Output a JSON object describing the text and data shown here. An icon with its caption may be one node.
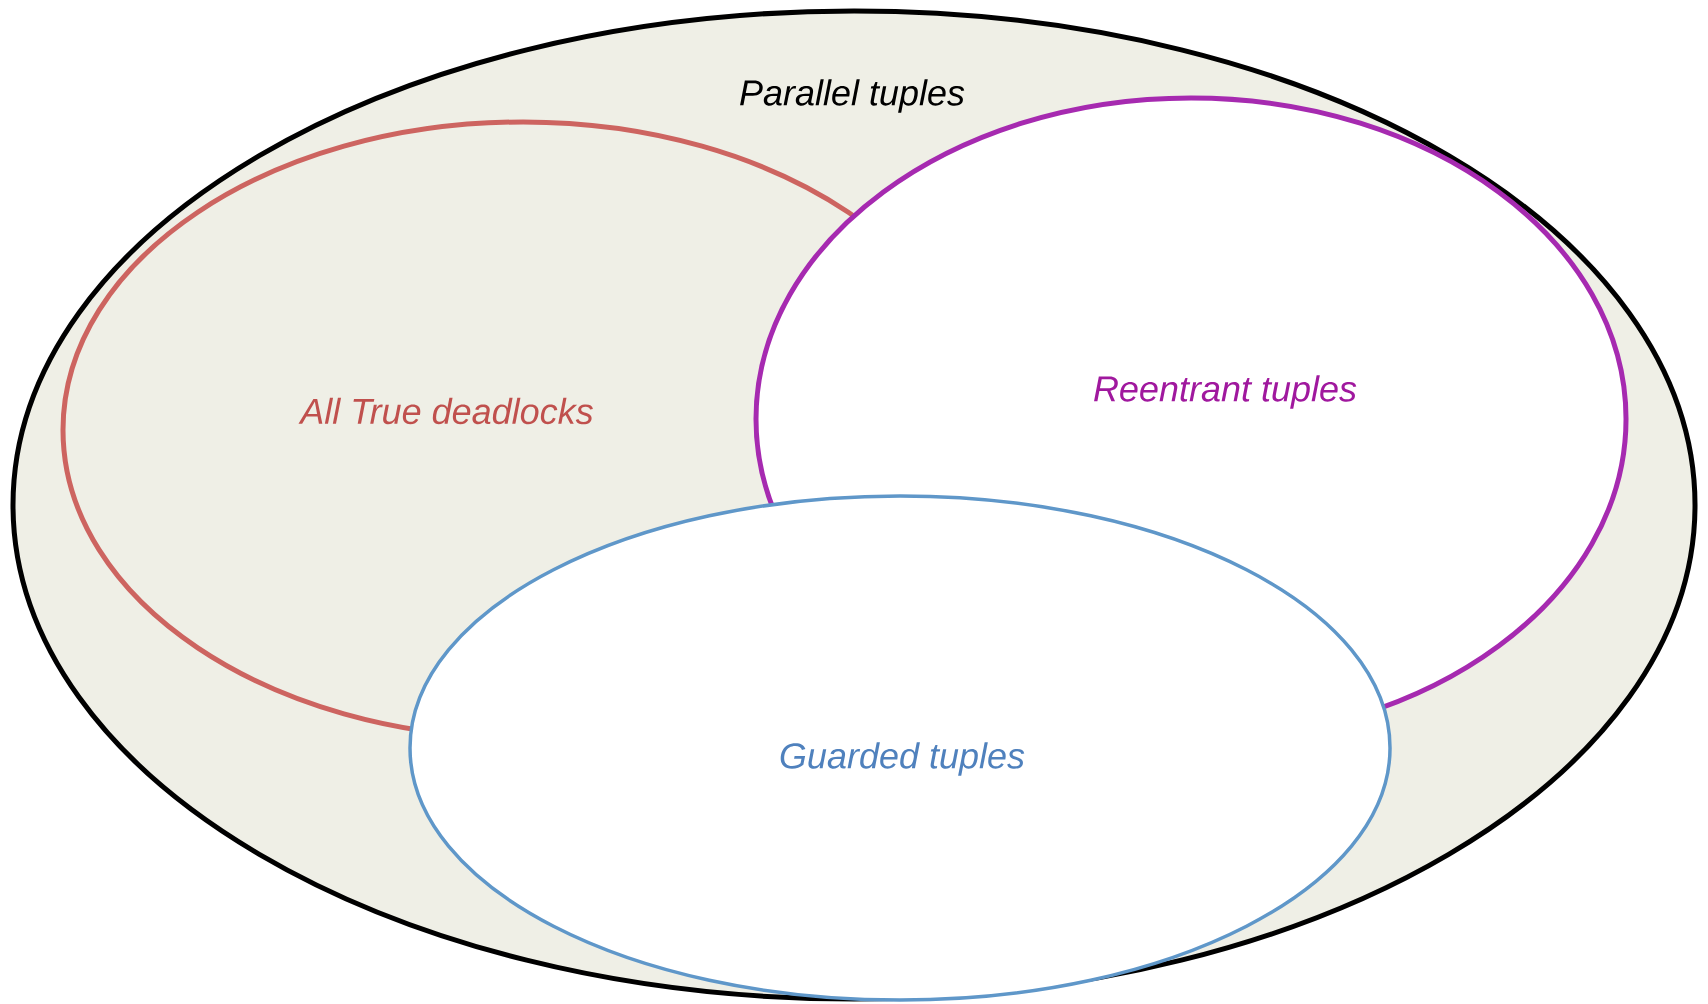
{
  "diagram": {
    "nodes": [
      {
        "text": [
          "Parallel tuples"
        ]
      },
      {
        "text": [
          "All True deadlocks"
        ],
        "in": 0
      },
      {
        "text": [
          "Reentrant tuples"
        ],
        "in": 0
      },
      {
        "text": [
          "Guarded tuples"
        ],
        "in": 0
      }
    ]
  }
}
